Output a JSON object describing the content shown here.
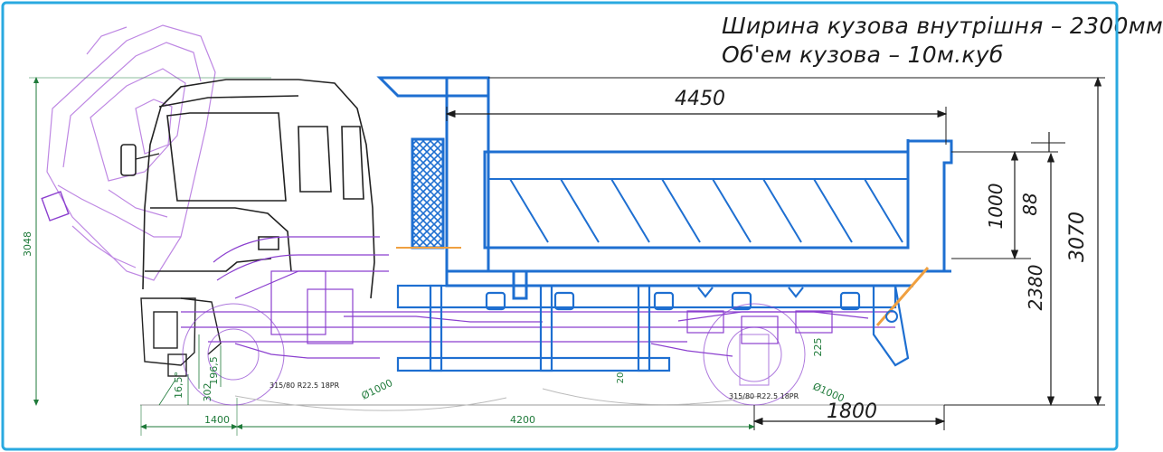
{
  "specs": {
    "width_inner": "Ширина кузова внутрішня – 2300мм",
    "volume": "Об'ем кузова – 10м.куб"
  },
  "dimensions": {
    "body_length": "4450",
    "rear_overhang": "1800",
    "wheelbase": "4200",
    "front_overhang": "1400",
    "side_height": "1000",
    "top_rail": "88",
    "body_floor_height": "2380",
    "total_height": "3070",
    "cab_height": "3048",
    "front_ground": "302",
    "front_axle_low": "196,5",
    "front_angle": "16,5°",
    "frame_height_rear": "225",
    "frame_gap": "20",
    "wheel_diameter_front": "Ø1000",
    "wheel_diameter_rear": "Ø1000"
  },
  "tyres": {
    "front": "315/80 R22.5 18PR",
    "rear": "315/80 R22.5 18PR"
  },
  "colors": {
    "border": "#29a9e0",
    "body": "#1e6fd1",
    "cab": "#222222",
    "cab_tilted": "#b77be0",
    "chassis_violet": "#8b3fcf",
    "dimension_green": "#1f7a3a",
    "dimension_black": "#1b1b1b",
    "hydraulic": "#f0a040"
  }
}
